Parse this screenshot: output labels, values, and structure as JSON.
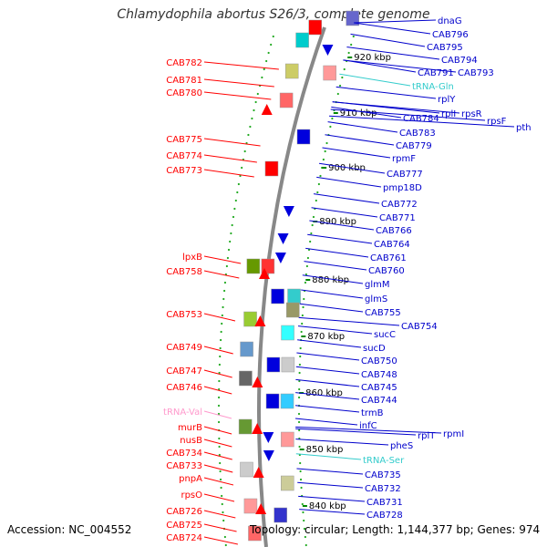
{
  "title": "Chlamydophila abortus S26/3, complete genome",
  "accession": "Accession: NC_004552",
  "topology": "Topology: circular; Length: 1,144,377 bp; Genes: 974",
  "colors": {
    "left_label": "#ff0000",
    "right_label": "#0000cc",
    "trna_left": "#ff99cc",
    "trna_right": "#33cccc",
    "backbone": "#888888",
    "tick": "#008800"
  },
  "kbp_ticks": [
    "920 kbp",
    "910 kbp",
    "900 kbp",
    "890 kbp",
    "880 kbp",
    "870 kbp",
    "860 kbp",
    "850 kbp",
    "840 kbp"
  ],
  "left_labels": [
    {
      "text": "CAB782",
      "type": "gene"
    },
    {
      "text": "CAB781",
      "type": "gene"
    },
    {
      "text": "CAB780",
      "type": "gene"
    },
    {
      "text": "CAB775",
      "type": "gene"
    },
    {
      "text": "CAB774",
      "type": "gene"
    },
    {
      "text": "CAB773",
      "type": "gene"
    },
    {
      "text": "lpxB",
      "type": "gene"
    },
    {
      "text": "CAB758",
      "type": "gene"
    },
    {
      "text": "CAB753",
      "type": "gene"
    },
    {
      "text": "CAB749",
      "type": "gene"
    },
    {
      "text": "CAB747",
      "type": "gene"
    },
    {
      "text": "CAB746",
      "type": "gene"
    },
    {
      "text": "tRNA-Val",
      "type": "trna"
    },
    {
      "text": "murB",
      "type": "gene"
    },
    {
      "text": "nusB",
      "type": "gene"
    },
    {
      "text": "CAB734",
      "type": "gene"
    },
    {
      "text": "CAB733",
      "type": "gene"
    },
    {
      "text": "pnpA",
      "type": "gene"
    },
    {
      "text": "rpsO",
      "type": "gene"
    },
    {
      "text": "CAB726",
      "type": "gene"
    },
    {
      "text": "CAB725",
      "type": "gene"
    },
    {
      "text": "CAB724",
      "type": "gene"
    }
  ],
  "right_labels": [
    {
      "text": "dnaG",
      "type": "gene"
    },
    {
      "text": "CAB796",
      "type": "gene"
    },
    {
      "text": "CAB795",
      "type": "gene"
    },
    {
      "text": "CAB794",
      "type": "gene"
    },
    {
      "text": "CAB791",
      "type": "gene"
    },
    {
      "text": "CAB793",
      "type": "gene"
    },
    {
      "text": "tRNA-Gln",
      "type": "trna"
    },
    {
      "text": "rplY",
      "type": "gene"
    },
    {
      "text": "rplI",
      "type": "gene"
    },
    {
      "text": "rpsR",
      "type": "gene"
    },
    {
      "text": "rpsF",
      "type": "gene"
    },
    {
      "text": "pth",
      "type": "gene"
    },
    {
      "text": "CAB784",
      "type": "gene"
    },
    {
      "text": "CAB783",
      "type": "gene"
    },
    {
      "text": "CAB779",
      "type": "gene"
    },
    {
      "text": "rpmF",
      "type": "gene"
    },
    {
      "text": "CAB777",
      "type": "gene"
    },
    {
      "text": "pmp18D",
      "type": "gene"
    },
    {
      "text": "CAB772",
      "type": "gene"
    },
    {
      "text": "CAB771",
      "type": "gene"
    },
    {
      "text": "CAB766",
      "type": "gene"
    },
    {
      "text": "CAB764",
      "type": "gene"
    },
    {
      "text": "CAB761",
      "type": "gene"
    },
    {
      "text": "CAB760",
      "type": "gene"
    },
    {
      "text": "glmM",
      "type": "gene"
    },
    {
      "text": "glmS",
      "type": "gene"
    },
    {
      "text": "CAB755",
      "type": "gene"
    },
    {
      "text": "CAB754",
      "type": "gene"
    },
    {
      "text": "sucC",
      "type": "gene"
    },
    {
      "text": "sucD",
      "type": "gene"
    },
    {
      "text": "CAB750",
      "type": "gene"
    },
    {
      "text": "CAB748",
      "type": "gene"
    },
    {
      "text": "CAB745",
      "type": "gene"
    },
    {
      "text": "CAB744",
      "type": "gene"
    },
    {
      "text": "trmB",
      "type": "gene"
    },
    {
      "text": "infC",
      "type": "gene"
    },
    {
      "text": "rplT",
      "type": "gene"
    },
    {
      "text": "rpmI",
      "type": "gene"
    },
    {
      "text": "pheS",
      "type": "gene"
    },
    {
      "text": "tRNA-Ser",
      "type": "trna"
    },
    {
      "text": "CAB735",
      "type": "gene"
    },
    {
      "text": "CAB732",
      "type": "gene"
    },
    {
      "text": "CAB731",
      "type": "gene"
    },
    {
      "text": "CAB728",
      "type": "gene"
    }
  ]
}
